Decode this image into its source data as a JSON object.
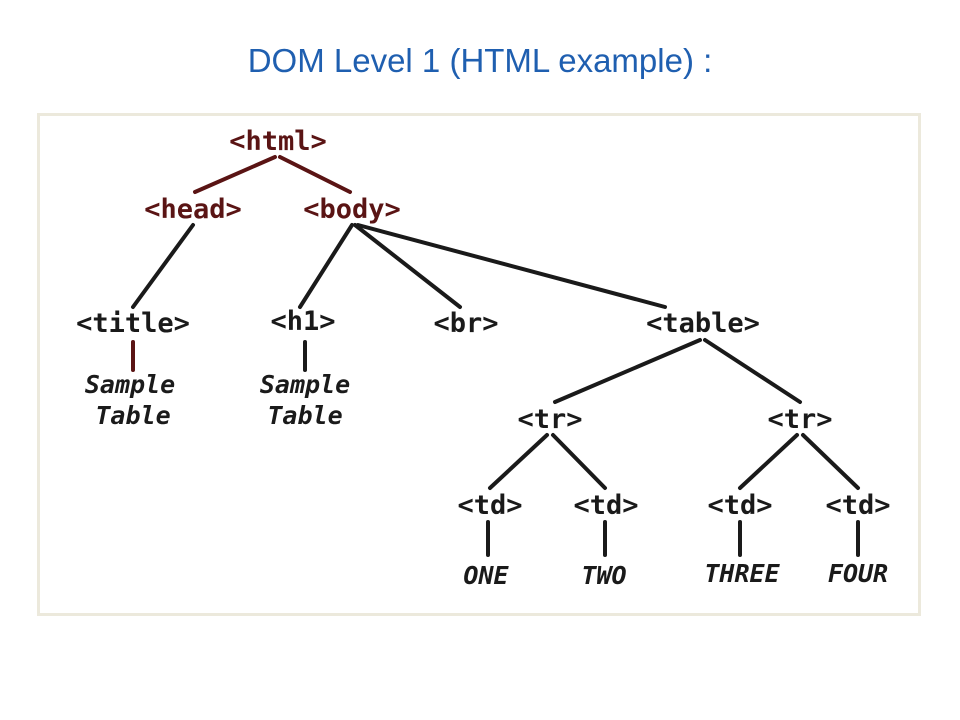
{
  "title": "DOM Level 1 (HTML example) :",
  "colors": {
    "title": "#1f5fb0",
    "element_red": "#5a1414",
    "element_black": "#1a1a1a",
    "frame": "#ece9dc"
  },
  "nodes": {
    "html": "<html>",
    "head": "<head>",
    "body": "<body>",
    "title": "<title>",
    "h1": "<h1>",
    "br": "<br>",
    "table": "<table>",
    "tr_left": "<tr>",
    "tr_right": "<tr>",
    "td_1": "<td>",
    "td_2": "<td>",
    "td_3": "<td>",
    "td_4": "<td>"
  },
  "texts": {
    "title_line1": "Sample",
    "title_line2": "Table",
    "h1_line1": "Sample",
    "h1_line2": "Table",
    "one": "ONE",
    "two": "TWO",
    "three": "THREE",
    "four": "FOUR"
  }
}
